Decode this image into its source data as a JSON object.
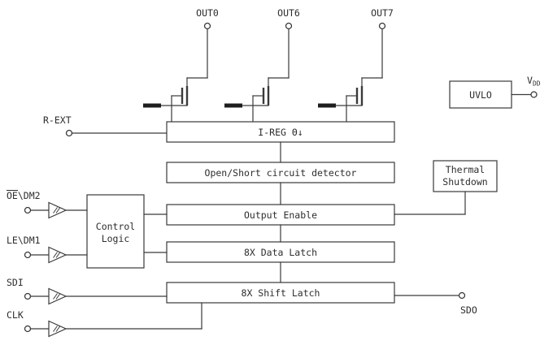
{
  "colors": {
    "line": "#3a3a3a",
    "text": "#2d2d2d",
    "background": "#ffffff"
  },
  "pins": {
    "out0": "OUT0",
    "out6": "OUT6",
    "out7": "OUT7",
    "r_ext": "R-EXT",
    "oe_dm2": "OE\\DM2",
    "le_dm1": "LE\\DM1",
    "sdi": "SDI",
    "clk": "CLK",
    "sdo": "SDO",
    "vdd": "V",
    "vdd_sub": "DD"
  },
  "blocks": {
    "i_reg": "I-REG Θ↓",
    "open_short": "Open/Short circuit detector",
    "thermal_1": "Thermal",
    "thermal_2": "Shutdown",
    "output_enable": "Output Enable",
    "control_1": "Control",
    "control_2": "Logic",
    "data_latch": "8X Data Latch",
    "shift_latch": "8X Shift Latch",
    "uvlo": "UVLO"
  }
}
